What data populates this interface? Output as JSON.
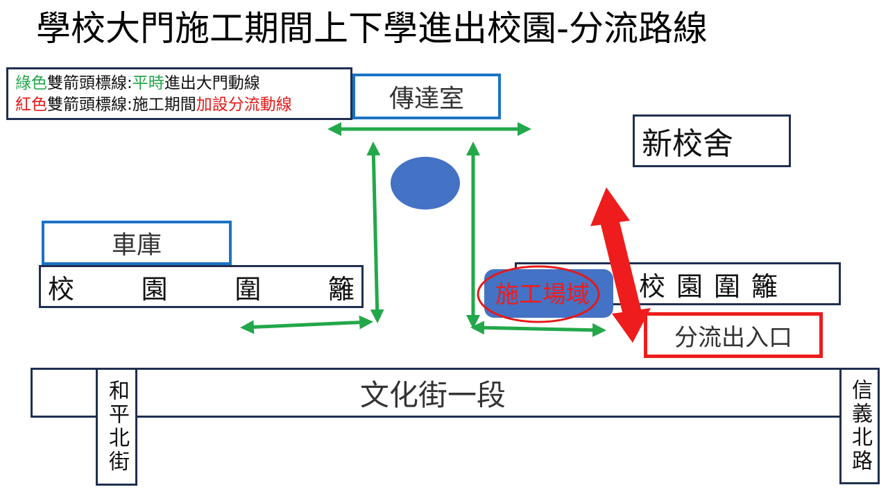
{
  "title": "學校大門施工期間上下學進出校園-分流路線",
  "legend": {
    "line1": {
      "color_word": "綠色",
      "mid": "雙箭頭標線:",
      "highlight": "平時",
      "tail": "進出大門動線"
    },
    "line2": {
      "color_word": "紅色",
      "mid": "雙箭頭標線:施工期間",
      "highlight": "加設分流動線"
    }
  },
  "labels": {
    "guard_room": "傳達室",
    "new_building": "新校舍",
    "garage": "車庫",
    "fence_left": [
      "校",
      "園",
      "圍",
      "籬"
    ],
    "fence_right": [
      "校",
      "園",
      "圍",
      "籬"
    ],
    "construction_area": "施工場域",
    "diversion_entrance": "分流出入口",
    "main_road": "文化街一段",
    "left_street": "和平北街",
    "right_street": "信義北路"
  },
  "colors": {
    "green_route": "#22a84a",
    "red_route": "#ee1c1c",
    "blue_border": "#1a73c4",
    "navy_border": "#1f2f4f",
    "blue_fill": "#4472c4"
  }
}
